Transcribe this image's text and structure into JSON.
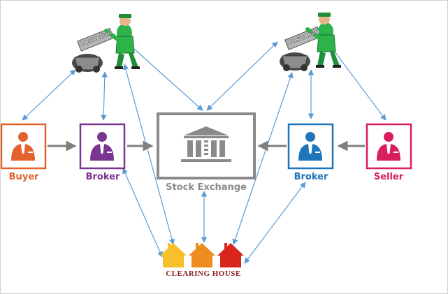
{
  "nodes": {
    "buyer": {
      "label": "Buyer",
      "color": "#e3622b"
    },
    "broker_left": {
      "label": "Broker",
      "color": "#7a3494"
    },
    "exchange": {
      "label": "Stock Exchange",
      "color": "#8a8a8a"
    },
    "broker_right": {
      "label": "Broker",
      "color": "#1f74ba"
    },
    "seller": {
      "label": "Seller",
      "color": "#d81e5b"
    },
    "clearing_house": {
      "label": "CLEARING HOUSE",
      "color": "#8b1a1a"
    }
  },
  "custodian_figures": {
    "left": {
      "sign_text": "Custodian"
    },
    "right": {
      "sign_text": "Custodian"
    }
  },
  "house_colors": [
    "#f5c02a",
    "#ef8c1f",
    "#d9261c"
  ],
  "arrow_colors": {
    "connector": "#5b9bd5",
    "flow": "#7f7f7f"
  }
}
